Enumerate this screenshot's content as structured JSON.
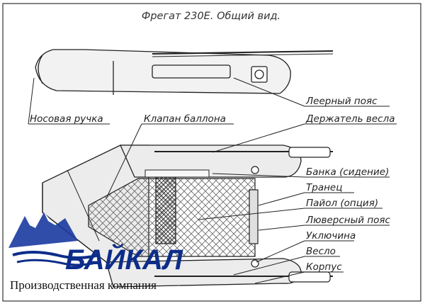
{
  "diagram": {
    "title": "Фрегат 230Е. Общий вид.",
    "labels": {
      "bow_handle": "Носовая ручка",
      "valve": "Клапан баллона",
      "lifeline": "Леерный пояс",
      "oar_holder": "Держатель весла",
      "bench": "Банка (сидение)",
      "transom": "Транец",
      "floor": "Пайол (опция)",
      "eyelet_belt": "Люверсный пояс",
      "oarlock": "Уключина",
      "oar": "Весло",
      "hull": "Корпус"
    }
  },
  "logo": {
    "name": "БАЙКАЛ",
    "subtitle": "Производственная компания",
    "brand_color": "#0d2d8a"
  },
  "colors": {
    "line": "#222222",
    "hull_fill": "#e8e8e8",
    "pattern": "#555555"
  }
}
